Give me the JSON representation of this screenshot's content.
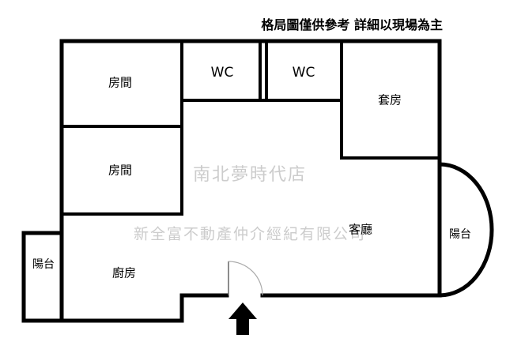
{
  "disclaimer": "格局圖僅供參考 詳細以現場為主",
  "rooms": {
    "bedroom1": "房間",
    "wc1": "WC",
    "wc2": "WC",
    "suite": "套房",
    "bedroom2": "房間",
    "balcony_left": "陽台",
    "kitchen": "廚房",
    "living_room": "客廳",
    "balcony_right": "陽台"
  },
  "watermarks": {
    "store_name": "南北夢時代店",
    "company_name": "新全富不動產仲介經紀有限公司"
  },
  "colors": {
    "wall": "#000000",
    "watermark": "#cccccc",
    "background": "#ffffff",
    "door_swing": "#aaaaaa"
  }
}
